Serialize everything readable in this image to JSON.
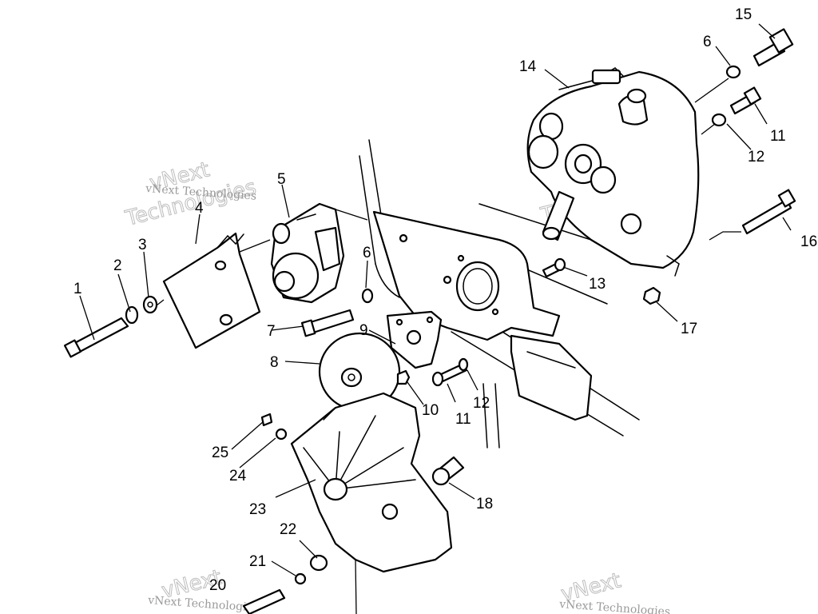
{
  "watermark": {
    "big_line1": "vNext",
    "big_line2": "Technologies",
    "small": "vNext Technologies"
  },
  "callouts": [
    "1",
    "2",
    "3",
    "4",
    "5",
    "6",
    "7",
    "8",
    "9",
    "10",
    "11",
    "11",
    "12",
    "12",
    "13",
    "14",
    "15",
    "16",
    "17",
    "18",
    "20",
    "21",
    "22",
    "23",
    "24",
    "25",
    "6"
  ],
  "colors": {
    "ink": "#000000",
    "paper": "#ffffff",
    "watermark": "#bdbdbd"
  }
}
